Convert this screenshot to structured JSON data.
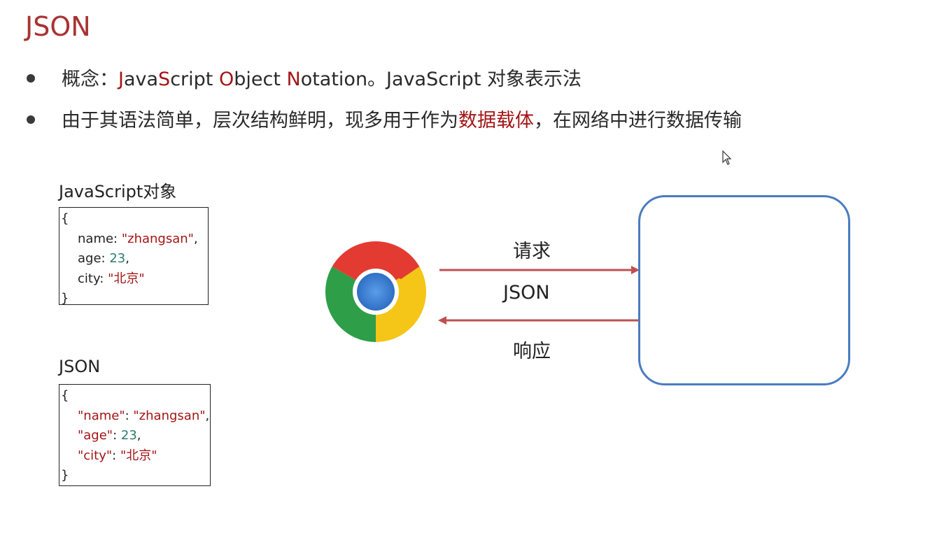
{
  "title": "JSON",
  "bullets": {
    "b1": {
      "prefix": "概念：",
      "j": "J",
      "ava": "ava",
      "s": "S",
      "cript": "cript ",
      "o": "O",
      "bject": "bject ",
      "n": "N",
      "otation": "otation。JavaScript 对象表示法"
    },
    "b2": {
      "before": "由于其语法简单，层次结构鲜明，现多用于作为",
      "highlight": "数据载体",
      "after": "，在网络中进行数据传输"
    }
  },
  "js_object": {
    "label": "JavaScript对象",
    "open": "{",
    "name_key": "name: ",
    "name_val": "\"zhangsan\"",
    "comma1": ",",
    "age_key": "age: ",
    "age_val": "23",
    "comma2": ",",
    "city_key": "city: ",
    "city_val": "\"北京\"",
    "close": "}"
  },
  "json_object": {
    "label": "JSON",
    "open": "{",
    "name_key": "\"name\"",
    "colon1": ": ",
    "name_val": "\"zhangsan\"",
    "comma1": ",",
    "age_key": "\"age\"",
    "colon2": ": ",
    "age_val": "23",
    "comma2": ",",
    "city_key": "\"city\"",
    "colon3": ": ",
    "city_val": "\"北京\"",
    "close": "}"
  },
  "flow": {
    "request": "请求",
    "payload": "JSON",
    "response": "响应"
  },
  "colors": {
    "accent_red": "#a83232",
    "arrow": "#c05050",
    "server_border": "#4a7cc0"
  },
  "icons": {
    "browser": "chrome-logo-icon",
    "cursor": "mouse-cursor-icon"
  }
}
